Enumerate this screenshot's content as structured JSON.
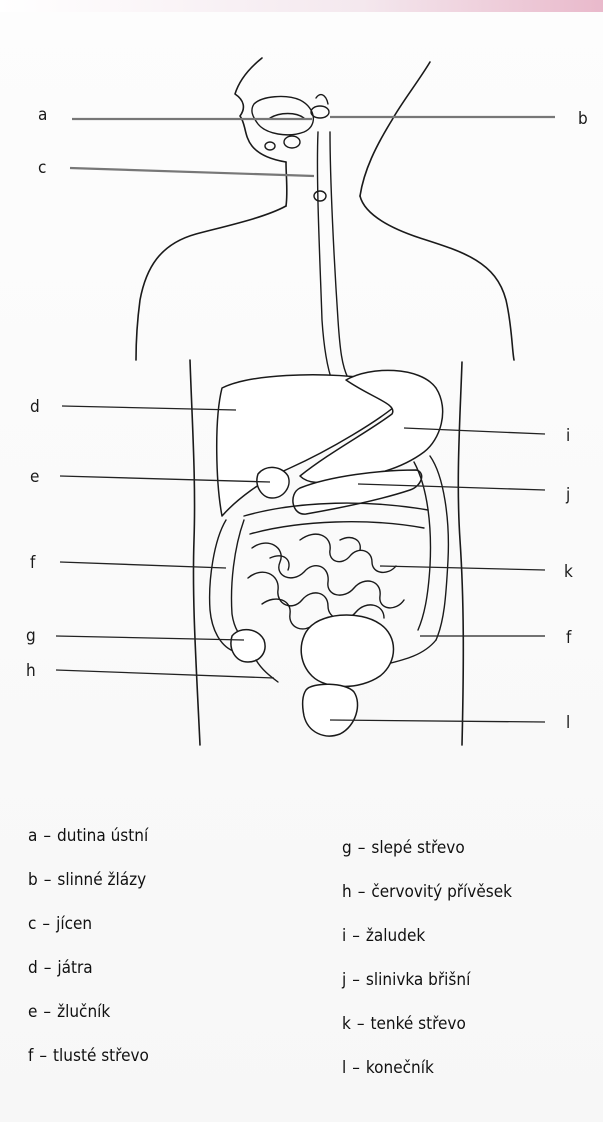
{
  "labels": {
    "a": "a",
    "b": "b",
    "c": "c",
    "d": "d",
    "e": "e",
    "f_left": "f",
    "g": "g",
    "h": "h",
    "i": "i",
    "j": "j",
    "k": "k",
    "f_right": "f",
    "l": "l"
  },
  "legend": {
    "left": [
      {
        "letter": "a",
        "term": "dutina ústní"
      },
      {
        "letter": "b",
        "term": "slinné žlázy"
      },
      {
        "letter": "c",
        "term": "jícen"
      },
      {
        "letter": "d",
        "term": "játra"
      },
      {
        "letter": "e",
        "term": "žlučník"
      },
      {
        "letter": "f",
        "term": "tlusté střevo"
      }
    ],
    "right": [
      {
        "letter": "g",
        "term": "slepé střevo"
      },
      {
        "letter": "h",
        "term": "červovitý přívěsek"
      },
      {
        "letter": "i",
        "term": "žaludek"
      },
      {
        "letter": "j",
        "term": "slinivka břišní"
      },
      {
        "letter": "k",
        "term": "tenké střevo"
      },
      {
        "letter": "l",
        "term": "konečník"
      }
    ],
    "separator": "–"
  }
}
